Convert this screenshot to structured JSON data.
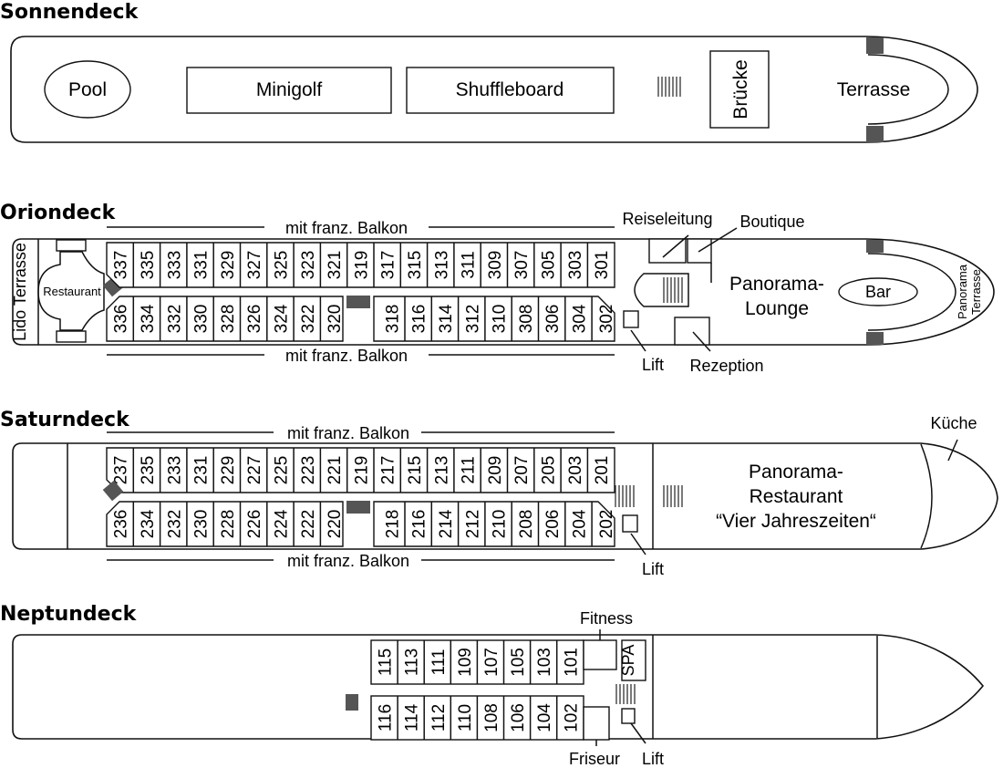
{
  "decks": {
    "sonnendeck": {
      "title": "Sonnendeck",
      "pool": "Pool",
      "minigolf": "Minigolf",
      "shuffleboard": "Shuffleboard",
      "bruecke": "Brücke",
      "terrasse": "Terrasse"
    },
    "oriondeck": {
      "title": "Oriondeck",
      "balkon_top": "mit franz. Balkon",
      "balkon_bottom": "mit franz. Balkon",
      "lido_terrasse": "Lido Terrasse",
      "restaurant": "Restaurant",
      "reiseleitung": "Reiseleitung",
      "boutique": "Boutique",
      "lounge_1": "Panorama-",
      "lounge_2": "Lounge",
      "bar": "Bar",
      "panorama_terrasse_1": "Panorama",
      "panorama_terrasse_2": "Terrasse",
      "lift": "Lift",
      "rezeption": "Rezeption",
      "cabins_top": [
        "337",
        "335",
        "333",
        "331",
        "329",
        "327",
        "325",
        "323",
        "321",
        "319",
        "317",
        "315",
        "313",
        "311",
        "309",
        "307",
        "305",
        "303",
        "301"
      ],
      "cabins_bottom": [
        "336",
        "334",
        "332",
        "330",
        "328",
        "326",
        "324",
        "322",
        "320",
        "318",
        "316",
        "314",
        "312",
        "310",
        "308",
        "306",
        "304",
        "302"
      ]
    },
    "saturndeck": {
      "title": "Saturndeck",
      "balkon_top": "mit franz. Balkon",
      "balkon_bottom": "mit franz. Balkon",
      "kueche": "Küche",
      "restaurant_1": "Panorama-",
      "restaurant_2": "Restaurant",
      "restaurant_3": "“Vier Jahreszeiten“",
      "lift": "Lift",
      "cabins_top": [
        "237",
        "235",
        "233",
        "231",
        "229",
        "227",
        "225",
        "223",
        "221",
        "219",
        "217",
        "215",
        "213",
        "211",
        "209",
        "207",
        "205",
        "203",
        "201"
      ],
      "cabins_bottom": [
        "236",
        "234",
        "232",
        "230",
        "228",
        "226",
        "224",
        "222",
        "220",
        "218",
        "216",
        "214",
        "212",
        "210",
        "208",
        "206",
        "204",
        "202"
      ]
    },
    "neptundeck": {
      "title": "Neptundeck",
      "fitness": "Fitness",
      "spa": "SPA",
      "friseur": "Friseur",
      "lift": "Lift",
      "cabins_top": [
        "115",
        "113",
        "111",
        "109",
        "107",
        "105",
        "103",
        "101"
      ],
      "cabins_bottom": [
        "116",
        "114",
        "112",
        "110",
        "108",
        "106",
        "104",
        "102"
      ]
    }
  }
}
